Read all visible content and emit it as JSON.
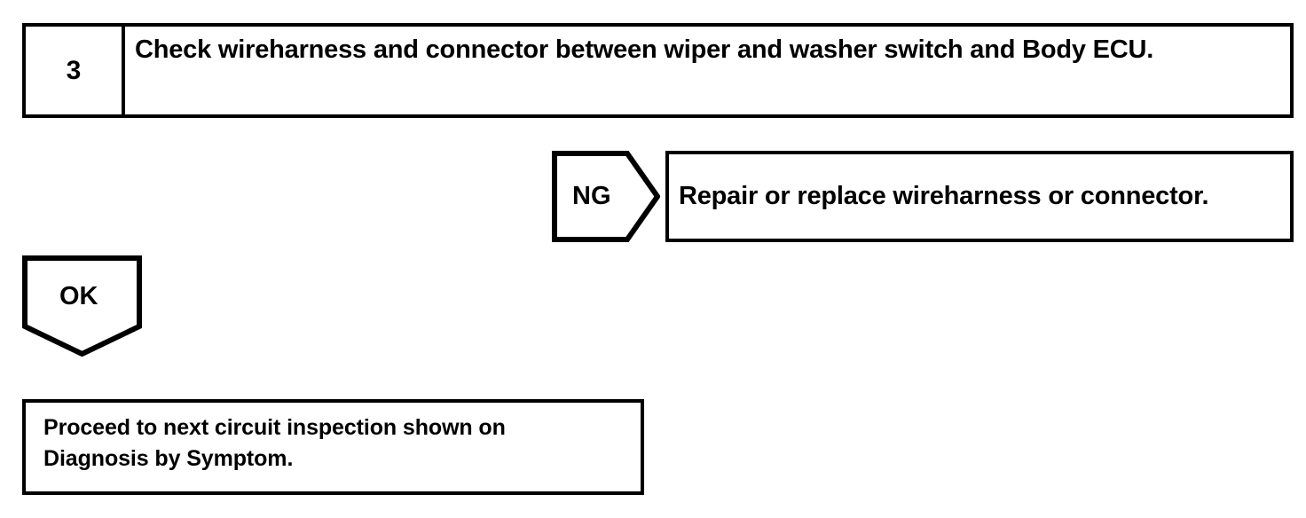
{
  "diagram": {
    "type": "troubleshooting-flowchart",
    "background_color": "#ffffff",
    "line_color": "#000000"
  },
  "step": {
    "number": "3",
    "instruction": "Check wireharness and connector between wiper and washer switch and Body ECU."
  },
  "branches": {
    "ng": {
      "label": "NG",
      "shape": "right-pointing-pentagon",
      "result": "Repair or replace wireharness or connector."
    },
    "ok": {
      "label": "OK",
      "shape": "down-pointing-pentagon",
      "result": " Proceed to next circuit inspection shown on\nDiagnosis by Symptom."
    }
  }
}
